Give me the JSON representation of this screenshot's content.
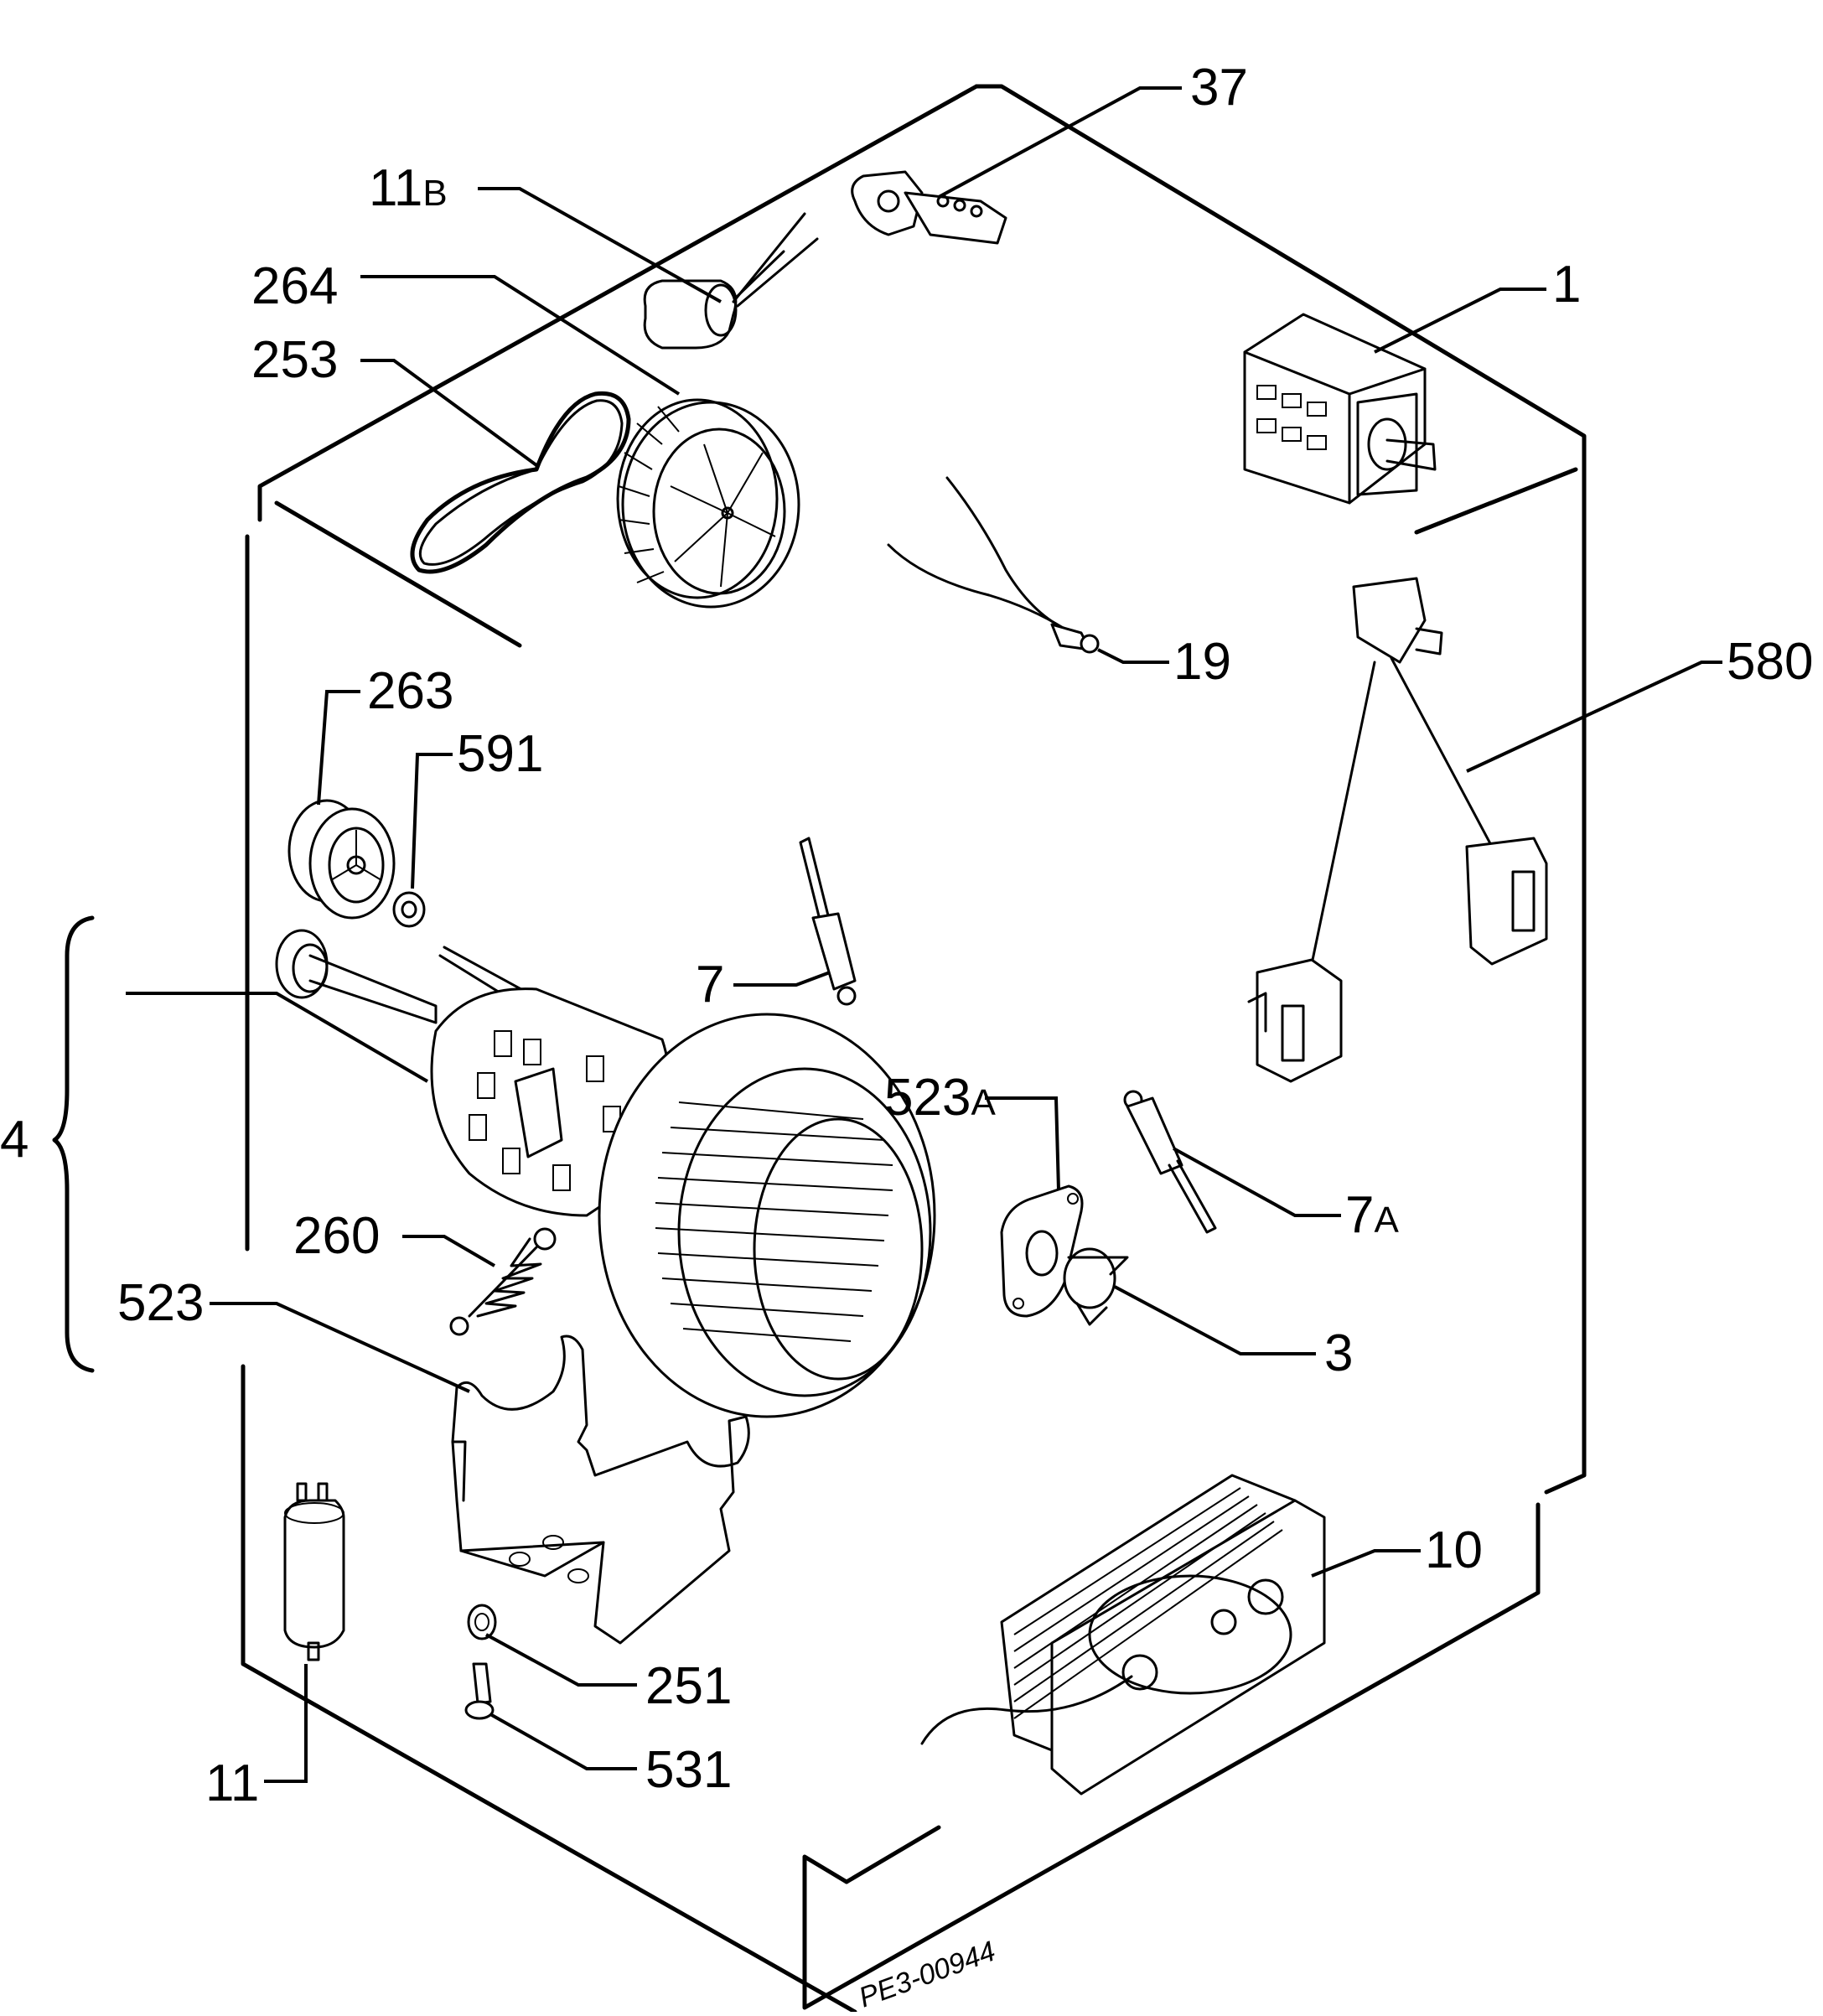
{
  "diagram": {
    "drawing_code": "PE3-00944",
    "bracket_label": "4",
    "callouts": {
      "c37": "37",
      "c11b_num": "11",
      "c11b_suffix": "B",
      "c264": "264",
      "c253": "253",
      "c1": "1",
      "c19": "19",
      "c580": "580",
      "c263": "263",
      "c591": "591",
      "c7": "7",
      "c523a_num": "523",
      "c523a_suffix": "A",
      "c7a_num": "7",
      "c7a_suffix": "A",
      "c260": "260",
      "c523": "523",
      "c3": "3",
      "c10": "10",
      "c251": "251",
      "c531": "531",
      "c11": "11"
    }
  }
}
